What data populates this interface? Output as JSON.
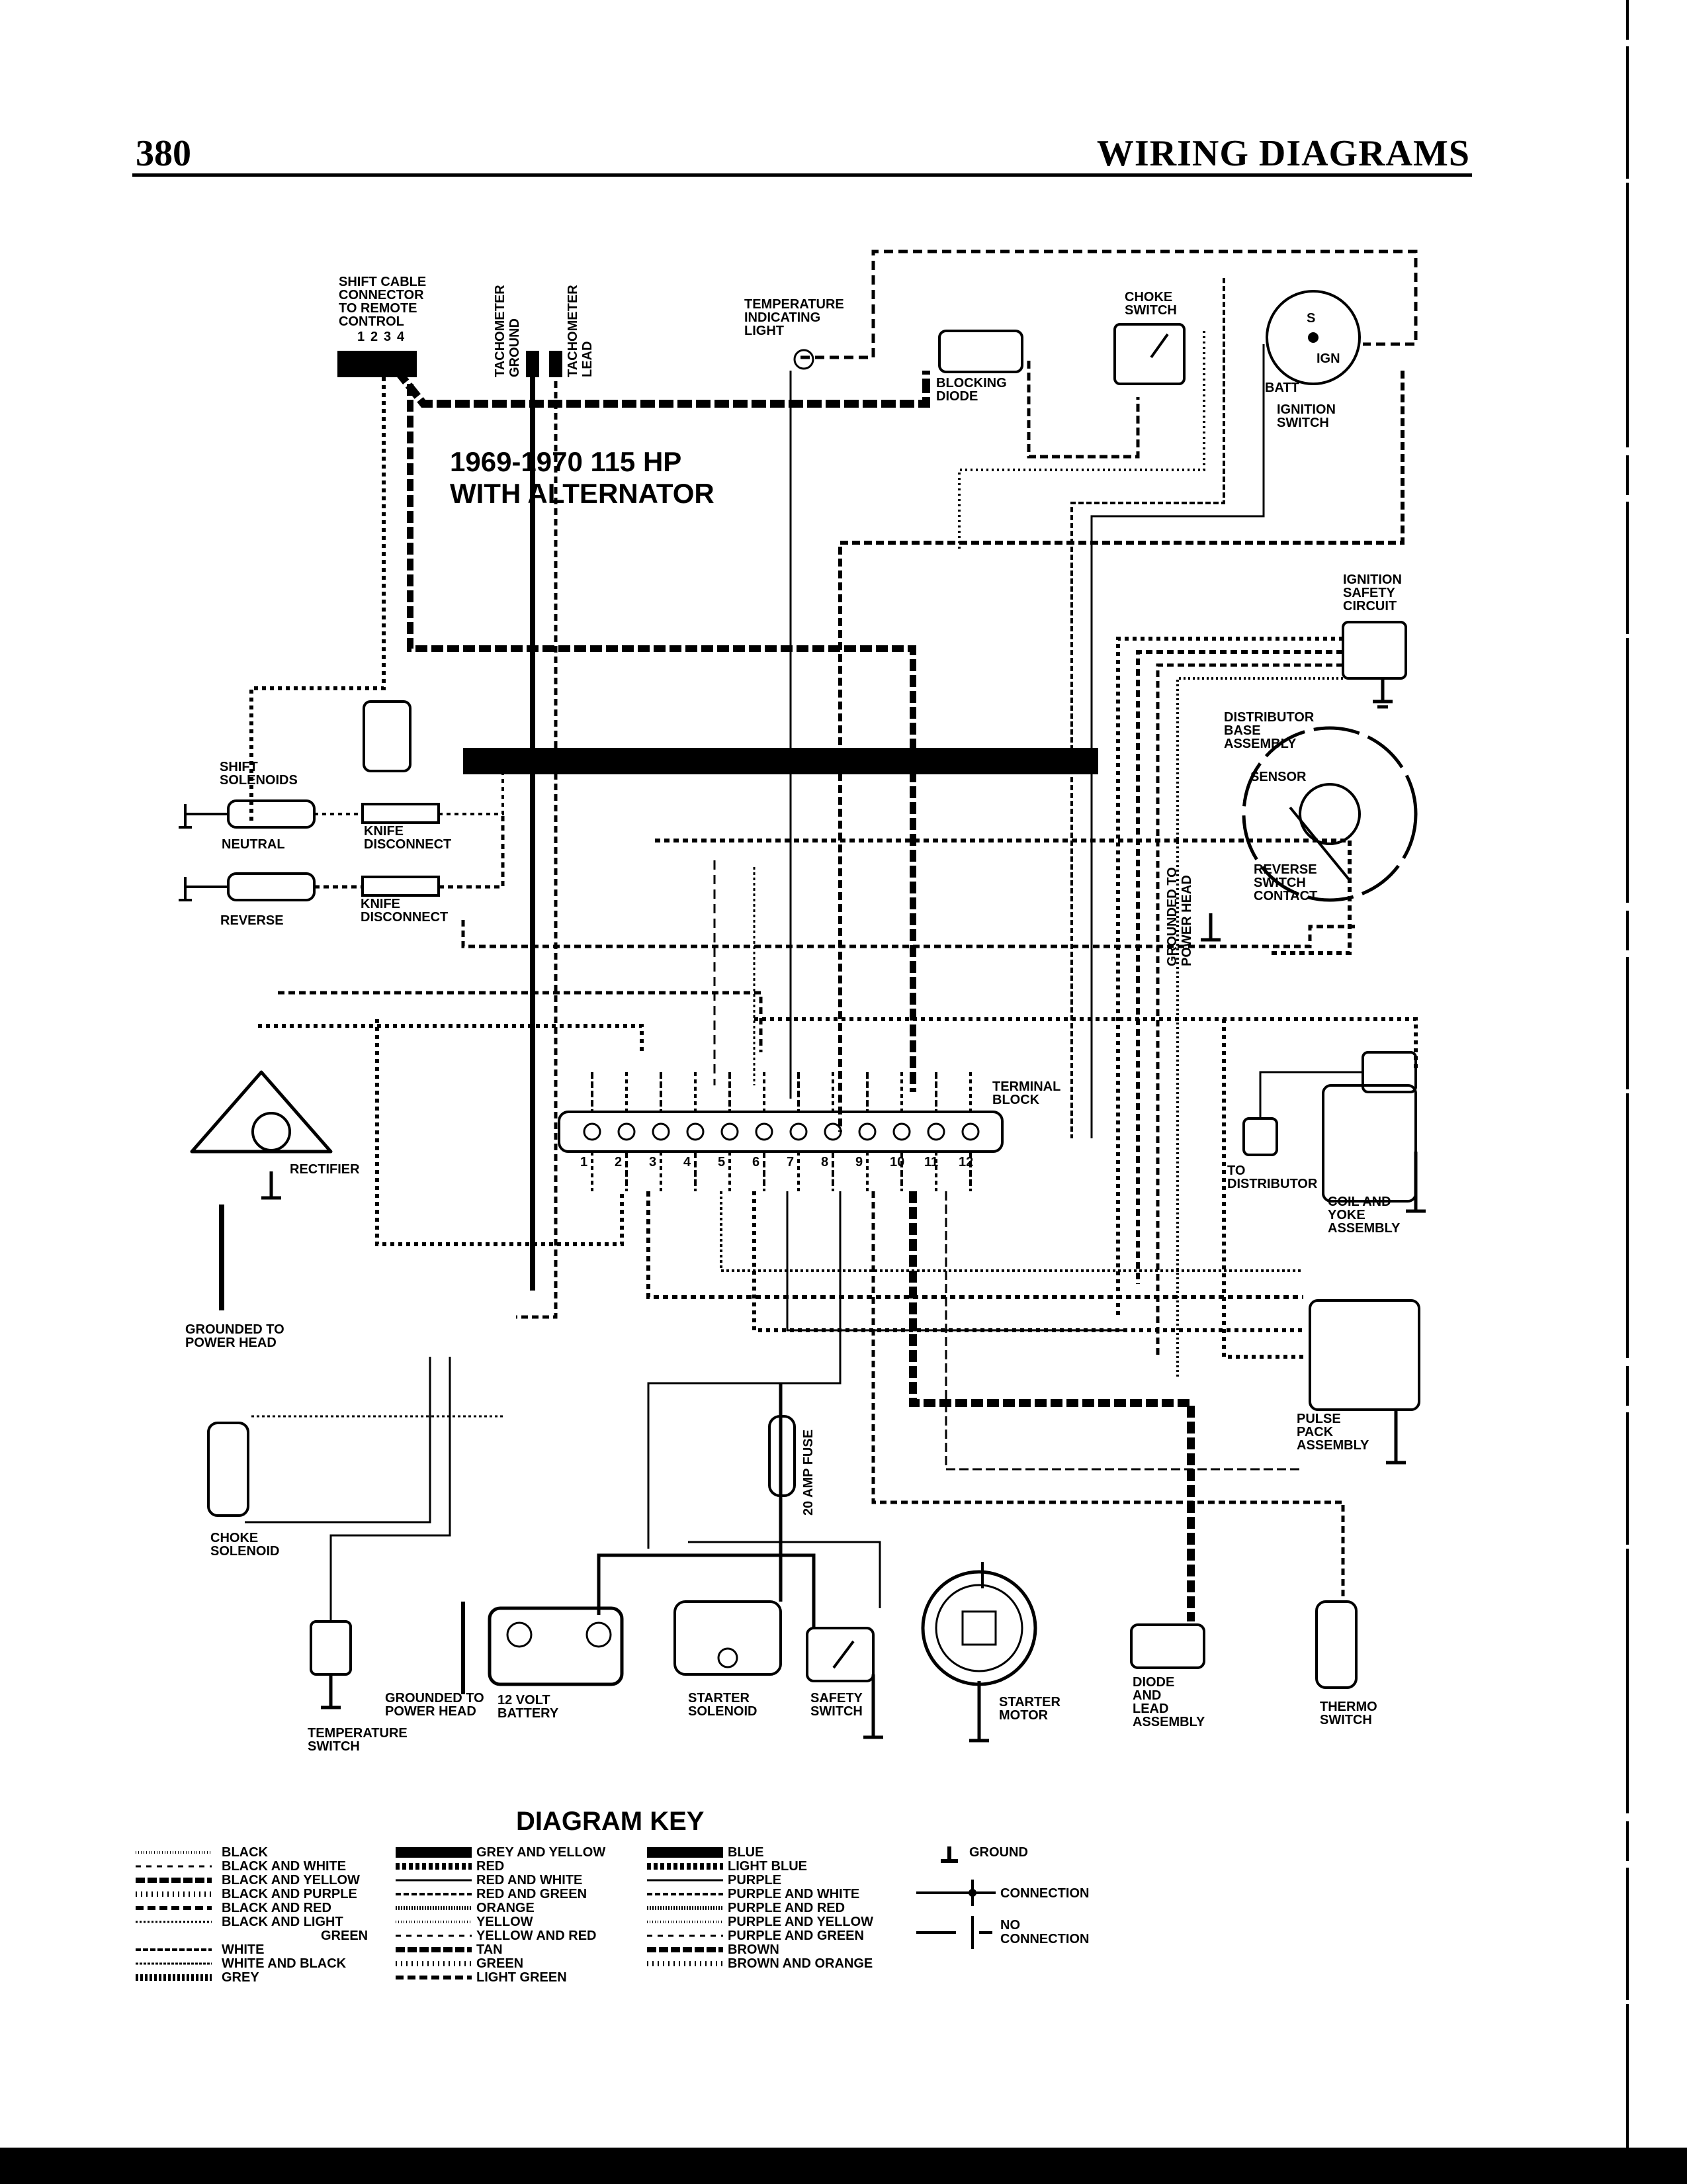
{
  "header": {
    "page_number": "380",
    "section_title": "WIRING DIAGRAMS"
  },
  "diagram": {
    "title_line1": "1969-1970 115 HP",
    "title_line2": "WITH ALTERNATOR",
    "labels": {
      "shift_cable": [
        "SHIFT CABLE",
        "CONNECTOR",
        "TO REMOTE",
        "CONTROL"
      ],
      "shift_cable_pins": [
        "1",
        "2",
        "3",
        "4"
      ],
      "tach_ground": [
        "TACHOMETER",
        "GROUND"
      ],
      "tach_lead": [
        "TACHOMETER",
        "LEAD"
      ],
      "temp_light": [
        "TEMPERATURE",
        "INDICATING",
        "LIGHT"
      ],
      "blocking_diode": [
        "BLOCKING",
        "DIODE"
      ],
      "choke_switch": [
        "CHOKE",
        "SWITCH"
      ],
      "ignition_switch": [
        "IGNITION",
        "SWITCH"
      ],
      "ign_terminals": {
        "s": "S",
        "ign": "IGN",
        "batt": "BATT"
      },
      "ignition_safety": [
        "IGNITION",
        "SAFETY",
        "CIRCUIT"
      ],
      "distributor_base": [
        "DISTRIBUTOR",
        "BASE",
        "ASSEMBLY"
      ],
      "sensor": "SENSOR",
      "reverse_contact": [
        "REVERSE",
        "SWITCH",
        "CONTACT"
      ],
      "grounded_power_head_vertical": [
        "GROUNDED TO",
        "POWER HEAD"
      ],
      "shift_solenoids": [
        "SHIFT",
        "SOLENOIDS"
      ],
      "neutral": "NEUTRAL",
      "reverse": "REVERSE",
      "knife_disconnect": [
        "KNIFE",
        "DISCONNECT"
      ],
      "rectifier": "RECTIFIER",
      "terminal_block": [
        "TERMINAL",
        "BLOCK"
      ],
      "terminal_numbers": [
        "1",
        "2",
        "3",
        "4",
        "5",
        "6",
        "7",
        "8",
        "9",
        "10",
        "11",
        "12"
      ],
      "to_distributor": [
        "TO",
        "DISTRIBUTOR"
      ],
      "coil_yoke": [
        "COIL AND",
        "YOKE",
        "ASSEMBLY"
      ],
      "grounded_power_head": [
        "GROUNDED TO",
        "POWER HEAD"
      ],
      "pulse_pack": [
        "PULSE",
        "PACK",
        "ASSEMBLY"
      ],
      "fuse": "20 AMP FUSE",
      "choke_solenoid": [
        "CHOKE",
        "SOLENOID"
      ],
      "temperature_switch": [
        "TEMPERATURE",
        "SWITCH"
      ],
      "battery_ground": [
        "GROUNDED TO",
        "POWER HEAD"
      ],
      "battery": [
        "12 VOLT",
        "BATTERY"
      ],
      "starter_solenoid": [
        "STARTER",
        "SOLENOID"
      ],
      "safety_switch": [
        "SAFETY",
        "SWITCH"
      ],
      "starter_motor": [
        "STARTER",
        "MOTOR"
      ],
      "diode_lead": [
        "DIODE",
        "AND",
        "LEAD",
        "ASSEMBLY"
      ],
      "thermo_switch": [
        "THERMO",
        "SWITCH"
      ]
    }
  },
  "key": {
    "title": "DIAGRAM KEY",
    "col1": [
      "BLACK",
      "BLACK AND WHITE",
      "BLACK AND YELLOW",
      "BLACK AND PURPLE",
      "BLACK AND RED",
      "BLACK AND LIGHT",
      "GREEN",
      "WHITE",
      "WHITE AND BLACK",
      "GREY"
    ],
    "col2": [
      "GREY AND YELLOW",
      "RED",
      "RED AND WHITE",
      "RED AND GREEN",
      "ORANGE",
      "YELLOW",
      "YELLOW AND RED",
      "TAN",
      "GREEN",
      "LIGHT GREEN"
    ],
    "col3": [
      "BLUE",
      "LIGHT BLUE",
      "PURPLE",
      "PURPLE AND WHITE",
      "PURPLE AND RED",
      "PURPLE AND YELLOW",
      "PURPLE AND GREEN",
      "BROWN",
      "BROWN AND ORANGE"
    ],
    "col4": [
      "GROUND",
      "CONNECTION",
      "NO",
      "CONNECTION"
    ]
  }
}
